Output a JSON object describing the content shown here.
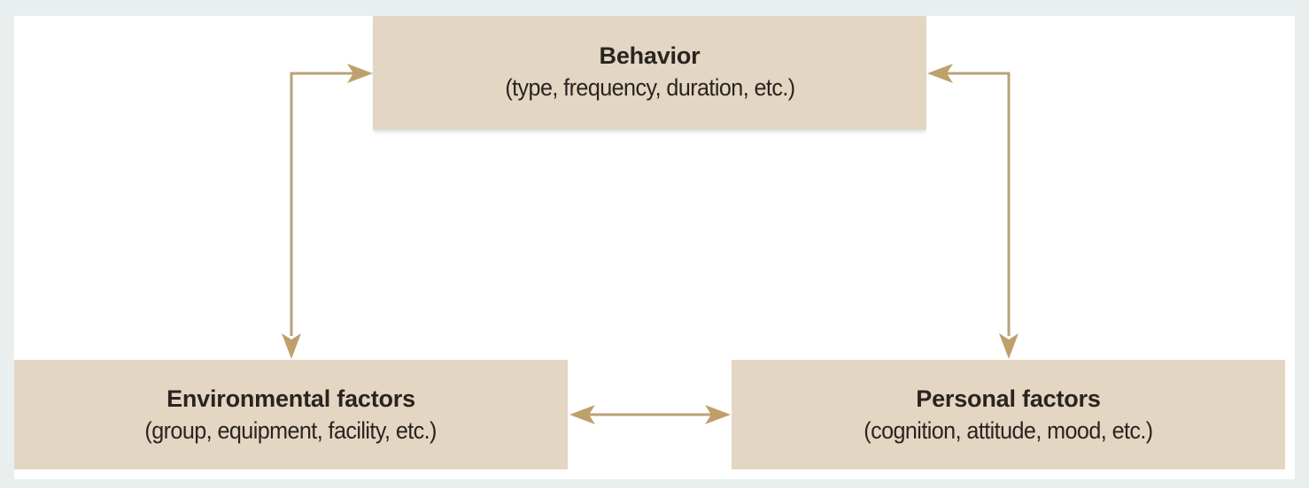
{
  "diagram": {
    "type": "reciprocal-determinism-triangle",
    "colors": {
      "page_background": "#E9EFEF",
      "panel_background": "#FFFFFF",
      "box_fill": "#E3D6C3",
      "text": "#2A2420",
      "connector": "#B9A27A",
      "arrowhead": "#BFA06A"
    },
    "nodes": {
      "behavior": {
        "title": "Behavior",
        "subtitle": "(type, frequency, duration, etc.)"
      },
      "environmental": {
        "title": "Environmental factors",
        "subtitle": "(group, equipment, facility, etc.)"
      },
      "personal": {
        "title": "Personal factors",
        "subtitle": "(cognition, attitude, mood, etc.)"
      }
    },
    "edges": [
      {
        "from": "behavior",
        "to": "environmental",
        "direction": "bidirectional"
      },
      {
        "from": "behavior",
        "to": "personal",
        "direction": "bidirectional"
      },
      {
        "from": "environmental",
        "to": "personal",
        "direction": "bidirectional"
      }
    ]
  }
}
